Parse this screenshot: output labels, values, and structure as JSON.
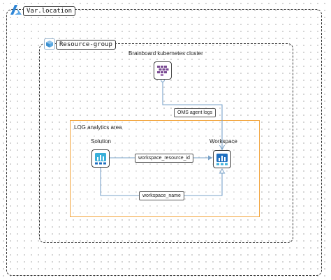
{
  "location_region": {
    "label": "Var.location"
  },
  "resource_group": {
    "label": "Resource-group"
  },
  "log_area": {
    "label": "LOG analytics area"
  },
  "nodes": {
    "k8s": {
      "label": "Brainboard kubernetes cluster",
      "icon": "kubernetes-cluster-icon"
    },
    "solution": {
      "label": "Solution",
      "icon": "log-analytics-solution-icon"
    },
    "workspace": {
      "label": "Workspace",
      "icon": "log-analytics-workspace-icon"
    }
  },
  "edges": {
    "oms": {
      "label": "OMS agent logs"
    },
    "resource_id": {
      "label": "workspace_resource_id"
    },
    "name": {
      "label": "workspace_name"
    }
  },
  "colors": {
    "area_border": "#f2a33a",
    "edge": "#7aa3c9",
    "azure_blue": "#2f86d6",
    "k8s_purple": "#7a4a93",
    "analytics_blue": "#1f6fbf",
    "analytics_teal": "#3ab0d9"
  }
}
